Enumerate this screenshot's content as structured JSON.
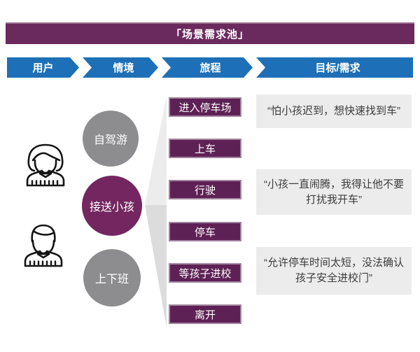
{
  "header": {
    "title": "「场景需求池」"
  },
  "process_bar": {
    "steps": [
      "用户",
      "情境",
      "旅程",
      "目标/需求"
    ]
  },
  "personas": {
    "icons": [
      "woman-icon",
      "man-icon"
    ]
  },
  "contexts": {
    "items": [
      {
        "label": "自驾游",
        "highlighted": false
      },
      {
        "label": "接送小孩",
        "highlighted": true
      },
      {
        "label": "上下班",
        "highlighted": false
      }
    ]
  },
  "journey": {
    "steps": [
      "进入停车场",
      "上车",
      "行驶",
      "停车",
      "等孩子进校",
      "离开"
    ]
  },
  "needs": {
    "quotes": [
      "“怕小孩迟到，想快速找到车”",
      "“小孩一直闹腾，我得让他不要打扰我开车”",
      "“允许停车时间太短，没法确认孩子安全进校门”"
    ]
  },
  "colors": {
    "title_purple": "#6B2A5E",
    "step_purple": "#5E2155",
    "circle_purple": "#73265F",
    "circle_gray": "#8D8D8F",
    "process_blue": "#1D70B7",
    "need_bg": "#ECECEC",
    "fan_gray_top": "#ECECEC",
    "fan_gray_bottom": "#DCDCDC"
  }
}
